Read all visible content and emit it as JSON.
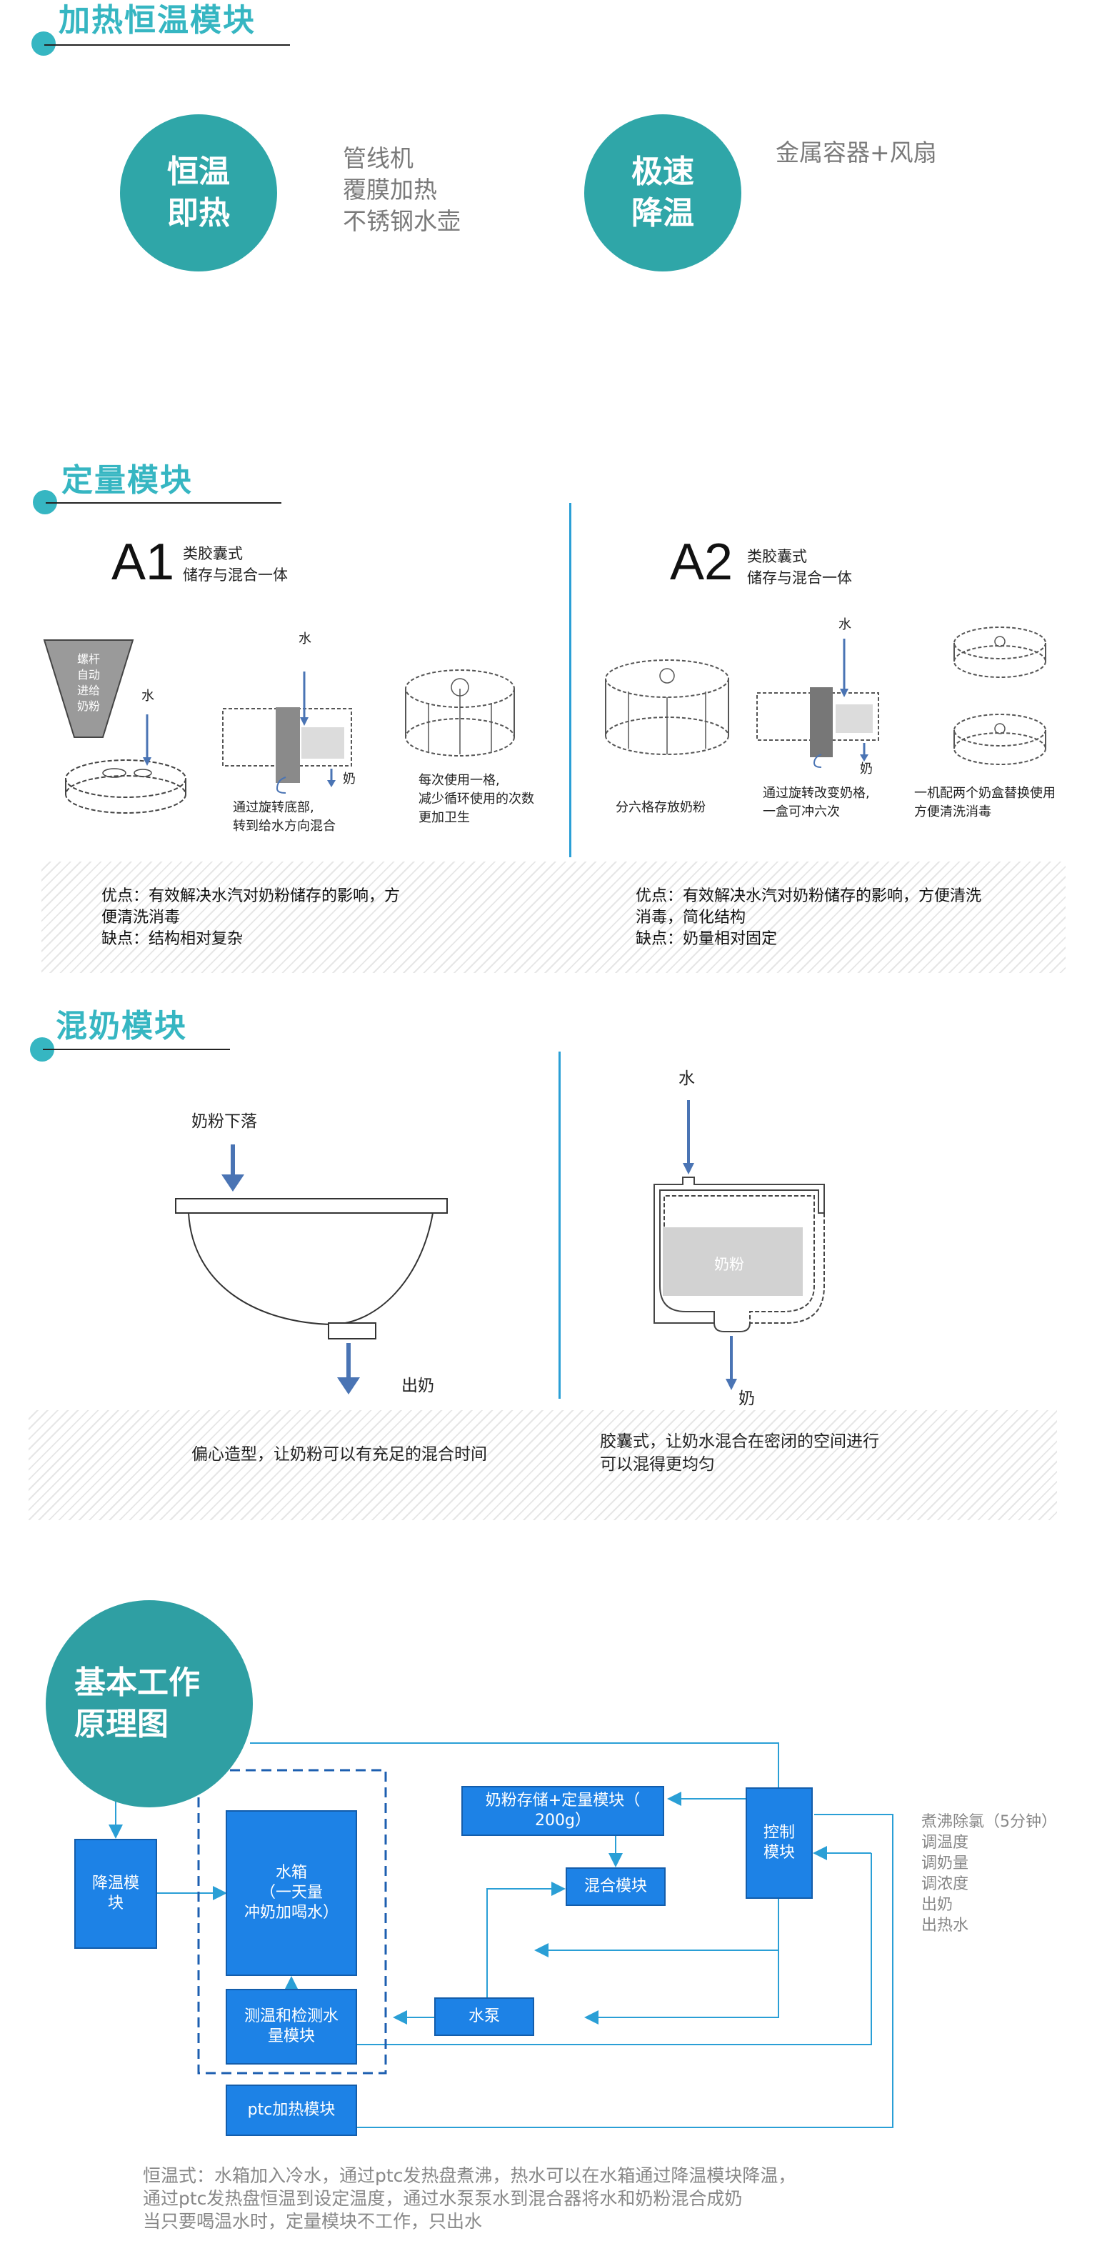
{
  "section1": {
    "title": "加热恒温模块",
    "circle1": "恒温\n即热",
    "list1": "管线机\n覆膜加热\n不锈钢水壶",
    "circle2": "极速\n降温",
    "list2": "金属容器+风扇"
  },
  "section2": {
    "title": "定量模块",
    "a1": {
      "label": "A1",
      "sub": "类胶囊式\n储存与混合一体"
    },
    "a2": {
      "label": "A2",
      "sub": "类胶囊式\n储存与混合一体"
    },
    "funnel_text": "螺杆\n自动\n进给\n奶粉",
    "water": "水",
    "milk": "奶",
    "cap_rotate": "通过旋转底部,\n转到给水方向混合",
    "cap_cycle": "每次使用一格,\n减少循环使用的次数\n更加卫生",
    "cap_six": "分六格存放奶粉",
    "cap_change": "通过旋转改变奶格,\n一盒可冲六次",
    "cap_two": "一机配两个奶盒替换使用\n方便清洗消毒",
    "pros_left": "优点：有效解决水汽对奶粉储存的影响，方\n便清洗消毒\n缺点：结构相对复杂",
    "pros_right": "优点：有效解决水汽对奶粉储存的影响，方便清洗\n消毒，简化结构\n缺点：奶量相对固定"
  },
  "section3": {
    "title": "混奶模块",
    "powder_fall": "奶粉下落",
    "out_milk": "出奶",
    "water": "水",
    "milk_powder": "奶粉",
    "milk": "奶",
    "desc_left": "偏心造型，让奶粉可以有充足的混合时间",
    "desc_right": "胶囊式，让奶水混合在密闭的空间进行\n可以混得更均匀"
  },
  "section4": {
    "circle": "基本工作\n原理图",
    "boxes": {
      "cooling": "降温模\n块",
      "tank": "水箱\n（一天量\n冲奶加喝水）",
      "sensor": "测温和检测水\n量模块",
      "ptc": "ptc加热模块",
      "storage": "奶粉存储+定量模块（\n200g）",
      "mixing": "混合模块",
      "pump": "水泵",
      "control": "控制\n模块"
    },
    "functions": "煮沸除氯（5分钟）\n调温度\n调奶量\n调浓度\n出奶\n出热水",
    "footer": "恒温式：水箱加入冷水，通过ptc发热盘煮沸，热水可以在水箱通过降温模块降温，\n通过ptc发热盘恒温到设定温度，通过水泵泵水到混合器将水和奶粉混合成奶\n当只要喝温水时，定量模块不工作，只出水"
  },
  "colors": {
    "teal": "#2fa6a8",
    "title_cyan": "#36b6c2",
    "box_blue": "#1d82e6",
    "arrow_blue": "#4a74b4",
    "line_blue": "#2a9fd6"
  }
}
